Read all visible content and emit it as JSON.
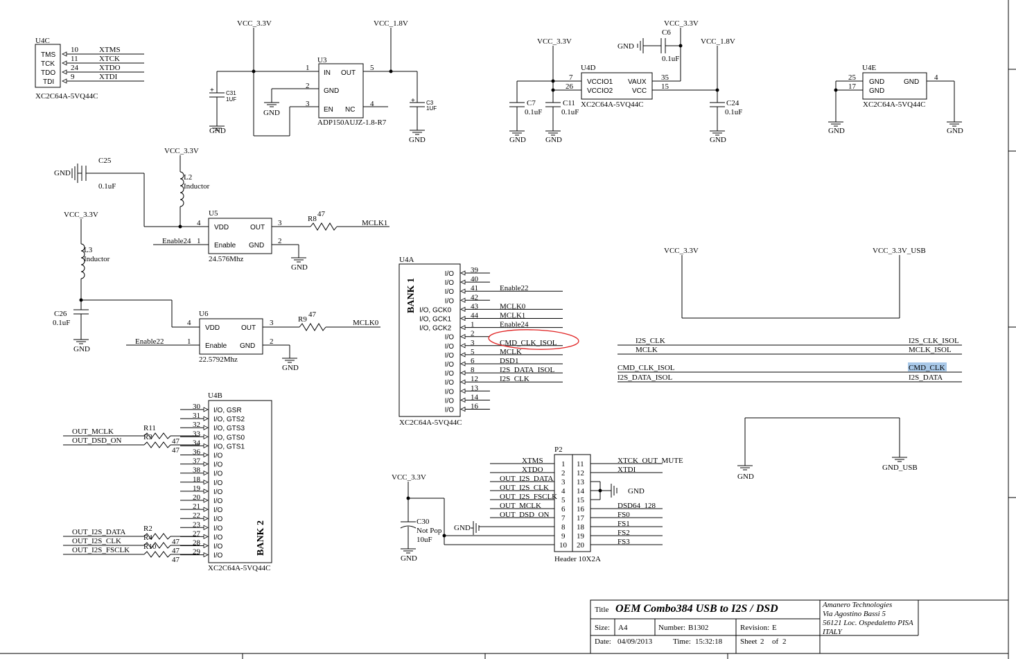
{
  "power": {
    "vcc33": "VCC_3.3V",
    "vcc18": "VCC_1.8V",
    "vcc33usb": "VCC_3.3V_USB",
    "gnd": "GND",
    "gndusb": "GND_USB"
  },
  "u4c": {
    "ref": "U4C",
    "part": "XC2C64A-5VQ44C",
    "pins": [
      {
        "name": "TMS",
        "num": "10",
        "net": "XTMS"
      },
      {
        "name": "TCK",
        "num": "11",
        "net": "XTCK"
      },
      {
        "name": "TDO",
        "num": "24",
        "net": "XTDO"
      },
      {
        "name": "TDI",
        "num": "9",
        "net": "XTDI"
      }
    ]
  },
  "u3": {
    "ref": "U3",
    "part": "ADP150AUJZ-1.8-R7",
    "in": "IN",
    "out": "OUT",
    "gnd": "GND",
    "en": "EN",
    "nc": "NC",
    "p1": "1",
    "p2": "2",
    "p3": "3",
    "p4": "4",
    "p5": "5"
  },
  "caps": {
    "c31": "C31",
    "c31v": "1UF",
    "c3": "C3",
    "c3v": "1UF",
    "c6": "C6",
    "c6v": "0.1uF",
    "c7": "C7",
    "c7v": "0.1uF",
    "c11": "C11",
    "c11v": "0.1uF",
    "c24": "C24",
    "c24v": "0.1uF",
    "c25": "C25",
    "c25v": "0.1uF",
    "c26": "C26",
    "c26v": "0.1uF",
    "c30": "C30",
    "c30n": "Not Pop",
    "c30v": "10uF",
    "plus": "+"
  },
  "u4d": {
    "ref": "U4D",
    "part": "XC2C64A-5VQ44C",
    "vccio1": "VCCIO1",
    "vccio2": "VCCIO2",
    "vaux": "VAUX",
    "vcc": "VCC",
    "p7": "7",
    "p26": "26",
    "p35": "35",
    "p15": "15"
  },
  "u4e": {
    "ref": "U4E",
    "part": "XC2C64A-5VQ44C",
    "gnd": "GND",
    "p25": "25",
    "p17": "17",
    "p4": "4"
  },
  "u5": {
    "ref": "U5",
    "freq": "24.576Mhz",
    "vdd": "VDD",
    "out": "OUT",
    "enable": "Enable",
    "gnd": "GND",
    "p1": "1",
    "p2": "2",
    "p3": "3",
    "p4": "4",
    "en_net": "Enable24"
  },
  "u6": {
    "ref": "U6",
    "freq": "22.5792Mhz",
    "vdd": "VDD",
    "out": "OUT",
    "enable": "Enable",
    "gnd": "GND",
    "p1": "1",
    "p2": "2",
    "p3": "3",
    "p4": "4",
    "en_net": "Enable22"
  },
  "inductors": {
    "l2": "L2",
    "l3": "L3",
    "val": "Inductor"
  },
  "resistors": {
    "r8": "R8",
    "r8v": "47",
    "r9": "R9",
    "r9v": "47",
    "r11": "R11",
    "r3": "R3",
    "r2": "R2",
    "r4": "R4",
    "r10": "R10",
    "v47": "47"
  },
  "nets": {
    "mclk1": "MCLK1",
    "mclk0": "MCLK0",
    "enable22": "Enable22",
    "enable24": "Enable24",
    "cmd_clk_isol": "CMD_CLK_ISOL",
    "mclk": "MCLK",
    "dsd1": "DSD1",
    "i2s_data_isol": "I2S_DATA_ISOL",
    "i2s_clk": "I2S_CLK",
    "i2s_clk_isol": "I2S_CLK_ISOL",
    "mclk_isol": "MCLK_ISOL",
    "cmd_clk": "CMD_CLK",
    "i2s_data": "I2S_DATA",
    "out_mclk": "OUT_MCLK",
    "out_dsd_on": "OUT_DSD_ON",
    "out_i2s_data": "OUT_I2S_DATA",
    "out_i2s_clk": "OUT_I2S_CLK",
    "out_i2s_fsclk": "OUT_I2S_FSCLK"
  },
  "u4a": {
    "ref": "U4A",
    "part": "XC2C64A-5VQ44C",
    "bank": "BANK 1",
    "pins": [
      {
        "name": "I/O",
        "num": "39",
        "net": ""
      },
      {
        "name": "I/O",
        "num": "40",
        "net": ""
      },
      {
        "name": "I/O",
        "num": "41",
        "net": "Enable22"
      },
      {
        "name": "I/O",
        "num": "42",
        "net": ""
      },
      {
        "name": "I/O, GCK0",
        "num": "43",
        "net": "MCLK0"
      },
      {
        "name": "I/O, GCK1",
        "num": "44",
        "net": "MCLK1"
      },
      {
        "name": "I/O, GCK2",
        "num": "1",
        "net": "Enable24"
      },
      {
        "name": "I/O",
        "num": "2",
        "net": ""
      },
      {
        "name": "I/O",
        "num": "3",
        "net": "CMD_CLK_ISOL"
      },
      {
        "name": "I/O",
        "num": "5",
        "net": "MCLK"
      },
      {
        "name": "I/O",
        "num": "6",
        "net": "DSD1"
      },
      {
        "name": "I/O",
        "num": "8",
        "net": "I2S_DATA_ISOL"
      },
      {
        "name": "I/O",
        "num": "12",
        "net": "I2S_CLK"
      },
      {
        "name": "I/O",
        "num": "13",
        "net": ""
      },
      {
        "name": "I/O",
        "num": "14",
        "net": ""
      },
      {
        "name": "I/O",
        "num": "16",
        "net": ""
      }
    ]
  },
  "u4b": {
    "ref": "U4B",
    "part": "XC2C64A-5VQ44C",
    "bank": "BANK 2",
    "pins": [
      {
        "name": "I/O, GSR",
        "num": "30"
      },
      {
        "name": "I/O, GTS2",
        "num": "31"
      },
      {
        "name": "I/O, GTS3",
        "num": "32"
      },
      {
        "name": "I/O, GTS0",
        "num": "33"
      },
      {
        "name": "I/O, GTS1",
        "num": "34"
      },
      {
        "name": "I/O",
        "num": "36"
      },
      {
        "name": "I/O",
        "num": "37"
      },
      {
        "name": "I/O",
        "num": "38"
      },
      {
        "name": "I/O",
        "num": "18"
      },
      {
        "name": "I/O",
        "num": "19"
      },
      {
        "name": "I/O",
        "num": "20"
      },
      {
        "name": "I/O",
        "num": "21"
      },
      {
        "name": "I/O",
        "num": "22"
      },
      {
        "name": "I/O",
        "num": "23"
      },
      {
        "name": "I/O",
        "num": "27"
      },
      {
        "name": "I/O",
        "num": "28"
      },
      {
        "name": "I/O",
        "num": "29"
      }
    ]
  },
  "p2": {
    "ref": "P2",
    "part": "Header 10X2A",
    "left_nums": [
      "1",
      "2",
      "3",
      "4",
      "5",
      "6",
      "7",
      "8",
      "9",
      "10"
    ],
    "right_nums": [
      "11",
      "12",
      "13",
      "14",
      "15",
      "16",
      "17",
      "18",
      "19",
      "20"
    ],
    "left_nets": [
      "XTMS",
      "XTDO",
      "OUT_I2S_DATA",
      "OUT_I2S_CLK",
      "OUT_I2S_FSCLK",
      "OUT_MCLK",
      "OUT_DSD_ON",
      "",
      "",
      ""
    ],
    "right_nets": [
      "XTCK_OUT_MUTE",
      "XTDI",
      "",
      "",
      "",
      "DSD64_128",
      "FS0",
      "FS1",
      "FS2",
      "FS3"
    ]
  },
  "titleblock": {
    "title_label": "Title",
    "title": "OEM Combo384 USB to I2S / DSD",
    "size_label": "Size:",
    "size": "A4",
    "number_label": "Number:",
    "number": "B1302",
    "revision_label": "Revision:",
    "revision": "E",
    "date_label": "Date:",
    "date": "04/09/2013",
    "time_label": "Time:",
    "time": "15:32:18",
    "sheet_label": "Sheet",
    "sheet": "2",
    "of_label": "of",
    "sheets": "2",
    "company": [
      "Amanero Technologies",
      "Via Agostino Bassi 5",
      "56121 Loc. Ospedaletto PISA",
      "ITALY"
    ]
  },
  "colors": {
    "highlight": "#a8c8e8",
    "annotation": "#e02020"
  }
}
